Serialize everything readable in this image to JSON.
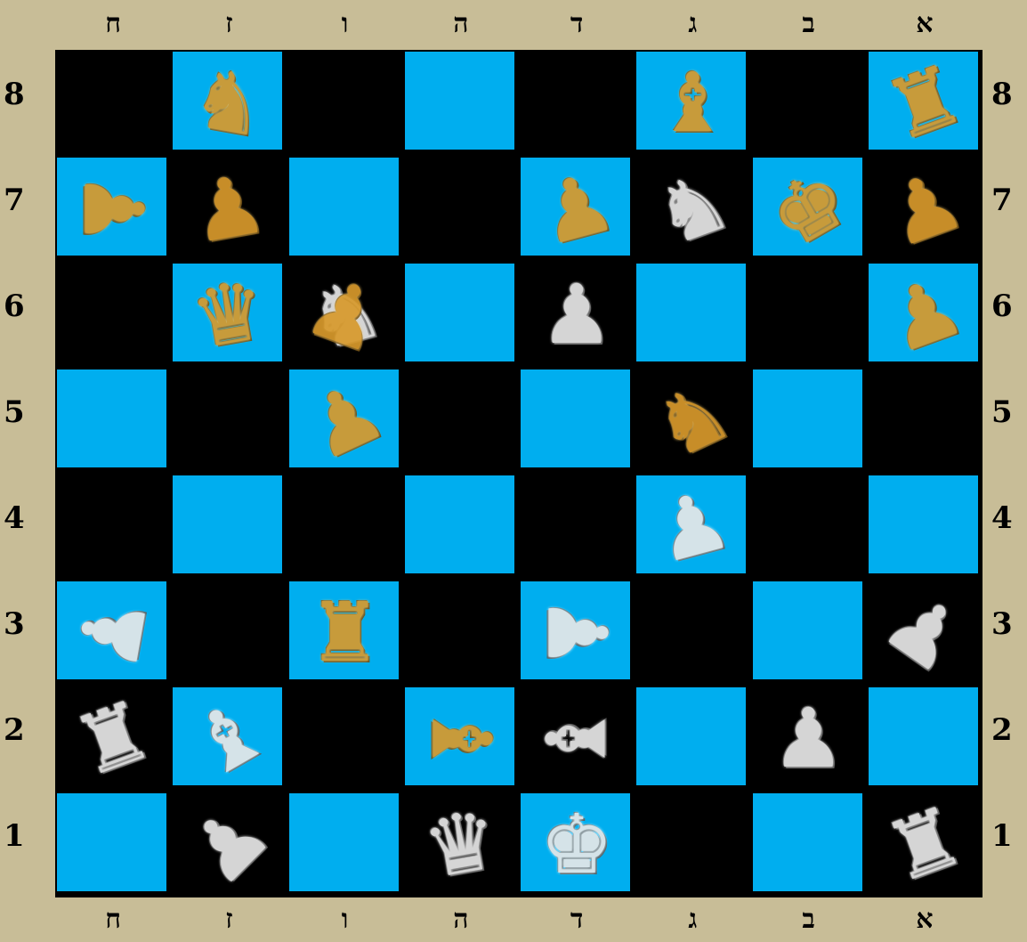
{
  "files": [
    "א",
    "ב",
    "ג",
    "ד",
    "ה",
    "ו",
    "ז",
    "ח"
  ],
  "ranks": [
    "8",
    "7",
    "6",
    "5",
    "4",
    "3",
    "2",
    "1"
  ],
  "colors": {
    "background": "#c8bd97",
    "light_square": "#00aeef",
    "dark_square": "#000000",
    "white_piece": "#e8e8e8",
    "black_piece": "#d89a2c"
  },
  "pieces": [
    {
      "name": "black-rook-icon",
      "color": "black",
      "glyph": "♜",
      "file": 0,
      "rank": 0,
      "rot": -20
    },
    {
      "name": "black-bishop-icon",
      "color": "black",
      "glyph": "♝",
      "file": 2,
      "rank": 0,
      "rot": 0
    },
    {
      "name": "black-knight-icon",
      "color": "black",
      "glyph": "♞",
      "file": 6,
      "rank": 0,
      "rot": 10
    },
    {
      "name": "white-knight-icon",
      "color": "white",
      "glyph": "♞",
      "file": 2,
      "rank": 1,
      "rot": -20
    },
    {
      "name": "black-pawn-icon",
      "color": "black",
      "glyph": "♟",
      "file": 0,
      "rank": 1,
      "rot": -20
    },
    {
      "name": "black-king-icon",
      "color": "black",
      "glyph": "♚",
      "file": 1,
      "rank": 1,
      "rot": -30
    },
    {
      "name": "black-pawn-icon",
      "color": "black",
      "glyph": "♟",
      "file": 3,
      "rank": 1,
      "rot": -15
    },
    {
      "name": "black-pawn-icon",
      "color": "black",
      "glyph": "♟",
      "file": 6,
      "rank": 1,
      "rot": -10
    },
    {
      "name": "black-pawn-icon",
      "color": "black",
      "glyph": "♟",
      "file": 7,
      "rank": 1,
      "rot": 90
    },
    {
      "name": "white-pawn-icon",
      "color": "white",
      "glyph": "♟",
      "file": 3,
      "rank": 2,
      "rot": 0
    },
    {
      "name": "black-pawn-icon",
      "color": "black",
      "glyph": "♟",
      "file": 0,
      "rank": 2,
      "rot": -20
    },
    {
      "name": "white-knight-icon",
      "color": "white",
      "glyph": "♞",
      "file": 5,
      "rank": 2,
      "rot": -15
    },
    {
      "name": "black-pawn-icon",
      "color": "black",
      "glyph": "♟",
      "file": 5,
      "rank": 2,
      "rot": 20
    },
    {
      "name": "black-queen-icon",
      "color": "black",
      "glyph": "♛",
      "file": 6,
      "rank": 2,
      "rot": -10
    },
    {
      "name": "black-knight-icon",
      "color": "black",
      "glyph": "♞",
      "file": 2,
      "rank": 3,
      "rot": -25
    },
    {
      "name": "black-pawn-icon",
      "color": "black",
      "glyph": "♟",
      "file": 5,
      "rank": 3,
      "rot": -25
    },
    {
      "name": "white-pawn-icon",
      "color": "white",
      "glyph": "♟",
      "file": 2,
      "rank": 4,
      "rot": -15
    },
    {
      "name": "white-pawn-icon",
      "color": "white",
      "glyph": "♟",
      "file": 0,
      "rank": 5,
      "rot": 35
    },
    {
      "name": "white-pawn-icon",
      "color": "white",
      "glyph": "♟",
      "file": 3,
      "rank": 5,
      "rot": 90
    },
    {
      "name": "black-rook-icon",
      "color": "black",
      "glyph": "♜",
      "file": 5,
      "rank": 5,
      "rot": 0
    },
    {
      "name": "white-pawn-icon",
      "color": "white",
      "glyph": "♟",
      "file": 7,
      "rank": 5,
      "rot": -80
    },
    {
      "name": "white-pawn-icon",
      "color": "white",
      "glyph": "♟",
      "file": 1,
      "rank": 6,
      "rot": 0
    },
    {
      "name": "white-bishop-icon",
      "color": "white",
      "glyph": "♝",
      "file": 3,
      "rank": 6,
      "rot": -90
    },
    {
      "name": "black-bishop-icon",
      "color": "black",
      "glyph": "♝",
      "file": 4,
      "rank": 6,
      "rot": 90
    },
    {
      "name": "white-bishop-icon",
      "color": "white",
      "glyph": "♝",
      "file": 6,
      "rank": 6,
      "rot": -30
    },
    {
      "name": "white-rook-icon",
      "color": "white",
      "glyph": "♜",
      "file": 7,
      "rank": 6,
      "rot": -20
    },
    {
      "name": "white-rook-icon",
      "color": "white",
      "glyph": "♜",
      "file": 0,
      "rank": 7,
      "rot": -20
    },
    {
      "name": "white-king-icon",
      "color": "white",
      "glyph": "♚",
      "file": 3,
      "rank": 7,
      "rot": 0
    },
    {
      "name": "white-queen-icon",
      "color": "white",
      "glyph": "♛",
      "file": 4,
      "rank": 7,
      "rot": -10
    },
    {
      "name": "white-pawn-icon",
      "color": "white",
      "glyph": "♟",
      "file": 6,
      "rank": 7,
      "rot": -45
    }
  ]
}
